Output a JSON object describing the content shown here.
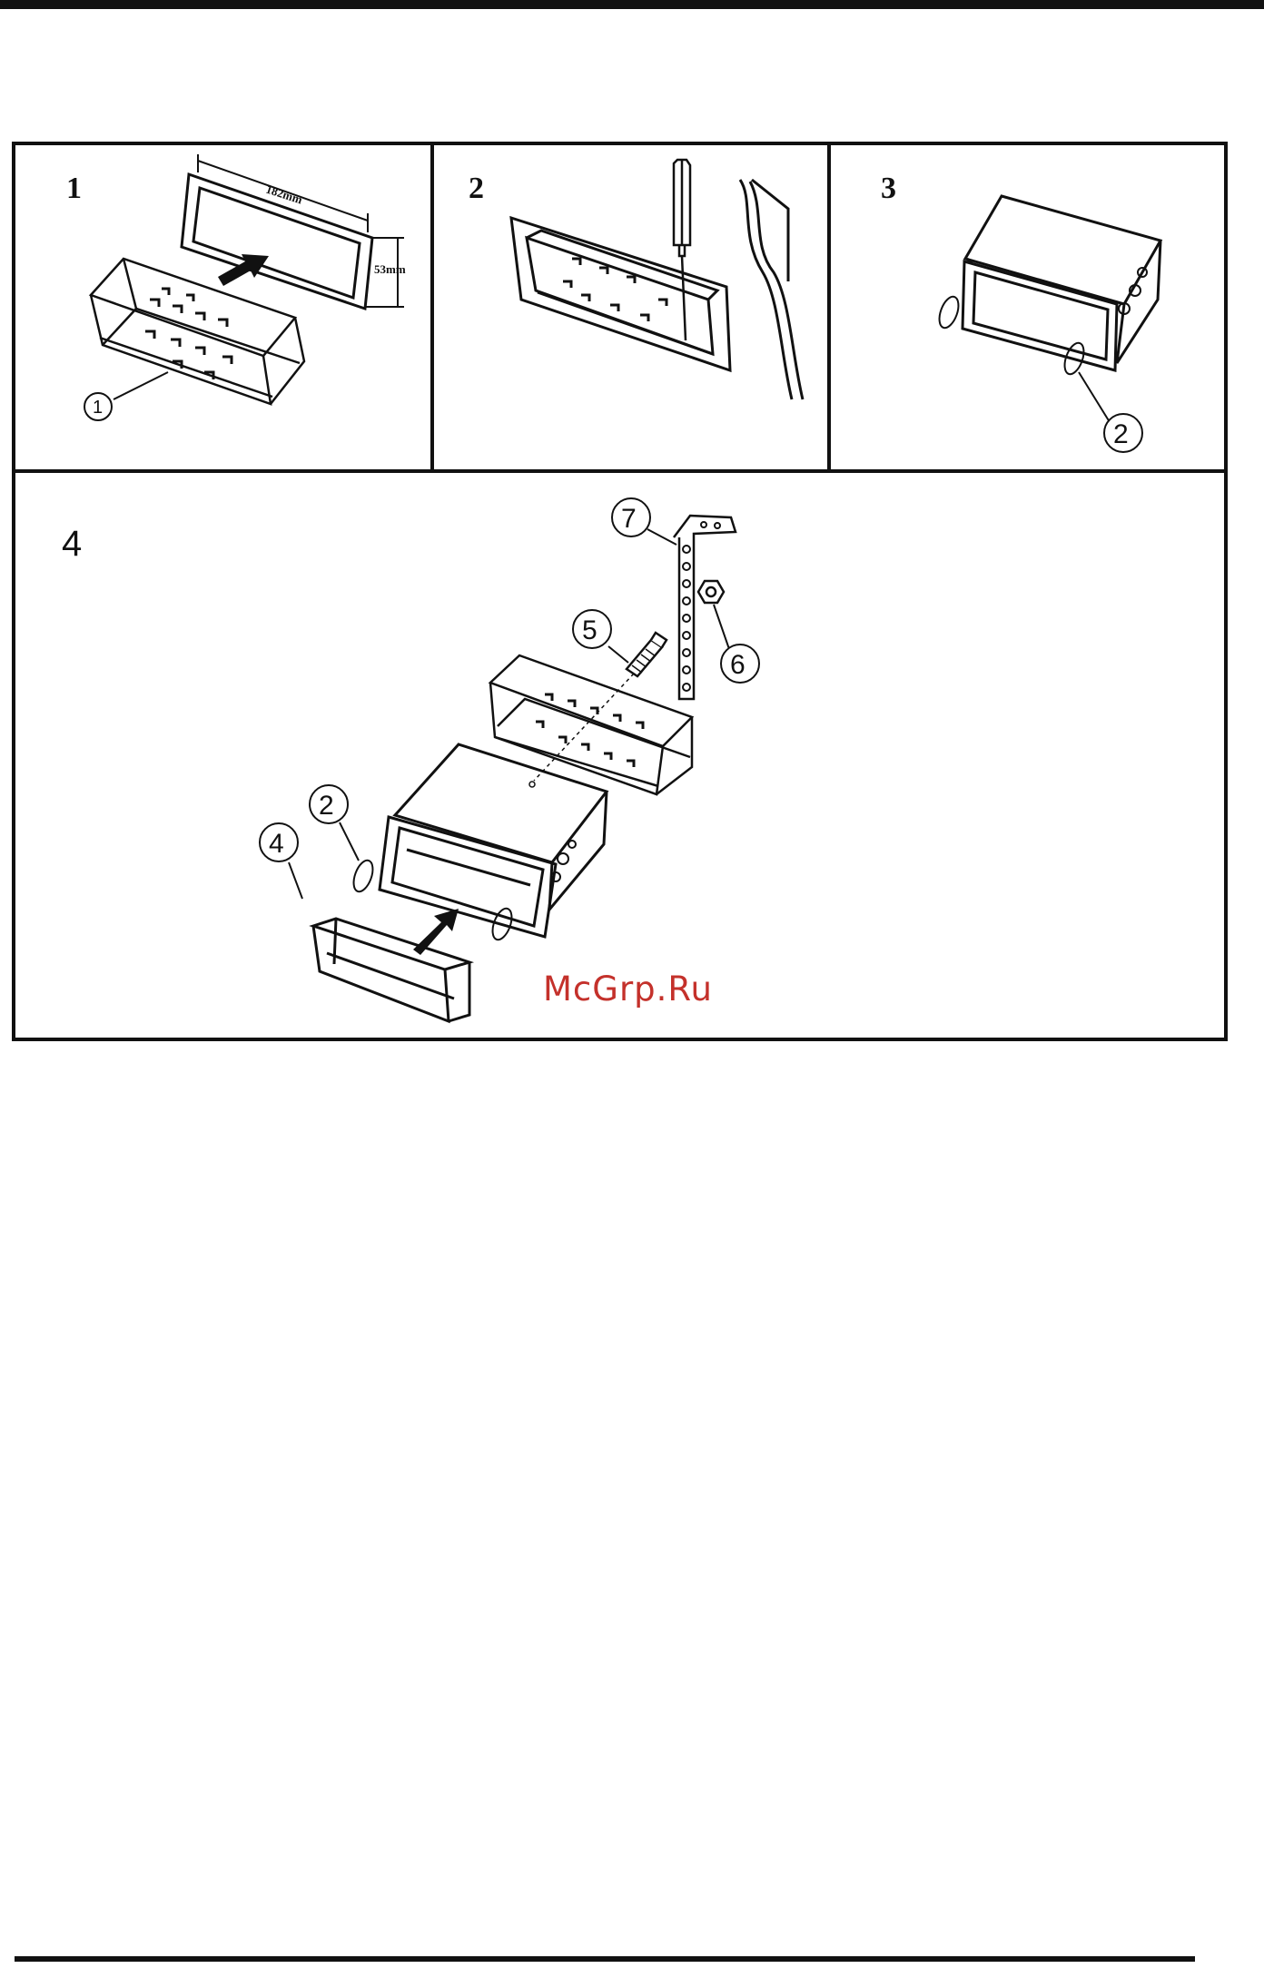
{
  "page": {
    "title": "Installation diagram"
  },
  "panels": [
    {
      "number": "1",
      "dim_width": "182mm",
      "dim_height": "53mm",
      "callouts": [
        "1"
      ]
    },
    {
      "number": "2"
    },
    {
      "number": "3",
      "callouts": [
        "2"
      ]
    },
    {
      "number": "4",
      "callouts": [
        "7",
        "5",
        "6",
        "2",
        "4"
      ]
    }
  ],
  "watermark": "McGrp.Ru",
  "icons": [
    "arrow-icon",
    "screwdriver-icon",
    "washer-icon",
    "bolt-icon",
    "nut-icon",
    "bracket-strap-icon"
  ]
}
